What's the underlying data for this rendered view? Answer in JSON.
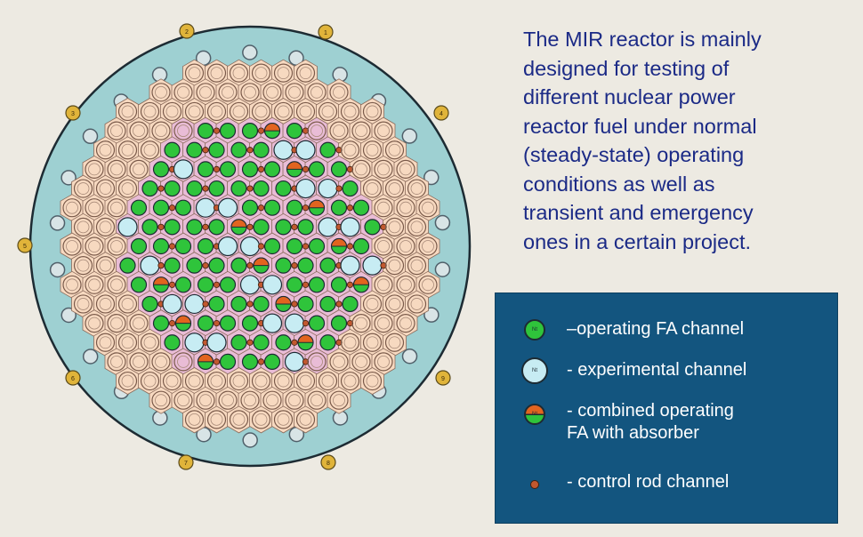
{
  "description": "The MIR reactor is mainly\ndesigned for testing of\ndifferent nuclear power\nreactor fuel under normal\n(steady-state) operating\nconditions as well as\ntransient and emergency\nones in a certain project.",
  "legend": {
    "items": [
      {
        "symbol": "operating-fa",
        "label": "–operating FA channel",
        "marker": "Nt"
      },
      {
        "symbol": "experimental",
        "label": "- experimental channel",
        "marker": "Nt"
      },
      {
        "symbol": "combined",
        "label": "- combined operating\n  FA with absorber",
        "marker": "Nt"
      },
      {
        "symbol": "control-rod",
        "label": "- control rod channel",
        "marker": ""
      }
    ]
  },
  "rim_markers": [
    "1",
    "2",
    "3",
    "4",
    "5",
    "6",
    "7",
    "8",
    "9"
  ],
  "colors": {
    "vessel": "#9ed0d2",
    "graphite_block": "#f7d9c0",
    "core_pink": "#e9bcd6",
    "operating_fa": "#2fc43b",
    "experimental": "#c7ecf3",
    "absorber": "#e2641f",
    "control_rod": "#c2582f",
    "legend_bg": "#13557f",
    "text": "#1b2a86",
    "marker": "#e0b43a"
  }
}
